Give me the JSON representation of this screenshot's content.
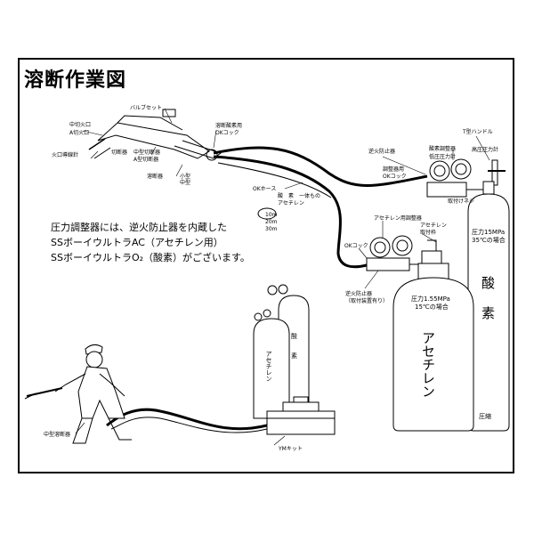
{
  "title": "溶断作業図",
  "note": {
    "line1": "圧力調整器には、逆火防止器を内蔵した",
    "line2": "SSボーイウルトラAC（アセチレン用）",
    "line3": "SSボーイウルトラO₂（酸素）がございます。"
  },
  "torch_labels": {
    "valve_set": "バルブセット",
    "cutting_oxygen": "溶断酸素用",
    "ok_cock_1": "OKコック",
    "medium_cut": "中切火口",
    "a_cut": "A切火口",
    "fire_guide": "火口導線針",
    "cutter": "切断器",
    "medium_cutter": "中型切断器",
    "a_cutter": "A型切断器",
    "cutting_tip": "溶断器",
    "small": "小型",
    "medium": "中型"
  },
  "hose": {
    "ok_hose": "OKホース",
    "oxygen": "酸　素",
    "acetylene": "アセチレン",
    "integrated": "一体もの",
    "len1": "10m",
    "len2": "20m",
    "len3": "30m"
  },
  "regulator": {
    "flashback_1": "逆火防止器",
    "oxygen_regulator": "酸素調整器",
    "low_pressure": "低圧圧力計",
    "adjust": "調整器用",
    "ok_cock_2": "OKコック",
    "mount_screw": "取付けネジ",
    "acetylene_regulator": "アセチレン用調整器",
    "acetylene_label": "アセチレン",
    "mount_frame": "取付枠",
    "ok_cock_3": "OKコック",
    "flashback_2": "逆火防止器",
    "flashback_note": "（取付装置有り）",
    "t_handle": "T型ハンドル",
    "high_pressure": "高圧圧力計"
  },
  "big_oxygen": {
    "pressure": "圧力15MPa",
    "temp": "35℃の場合",
    "name1": "酸",
    "name2": "素",
    "compressed": "圧縮"
  },
  "big_acetylene": {
    "pressure": "圧力1.55MPa",
    "temp": "15℃の場合",
    "name": "アセチレン"
  },
  "kit": {
    "oxygen1": "酸",
    "oxygen2": "素",
    "acetylene": "アセチレン",
    "ym_kit": "YMキット",
    "medium_torch": "中型溶断器"
  }
}
